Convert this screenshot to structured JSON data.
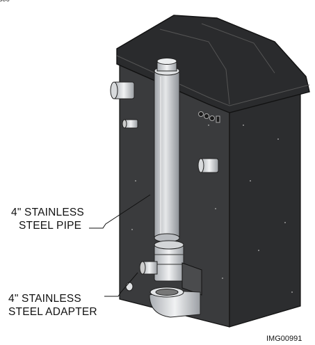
{
  "corner_text": "300",
  "callouts": [
    {
      "line1": "4\" STAINLESS",
      "line2": "STEEL PIPE"
    },
    {
      "line1": "4\" STAINLESS",
      "line2": "STEEL ADAPTER"
    }
  ],
  "image_id": "IMG00991",
  "colors": {
    "cabinet": "#3b3c3e",
    "top": "#2a2b2d",
    "pipe": "#c9ccd0",
    "line": "#111111"
  }
}
